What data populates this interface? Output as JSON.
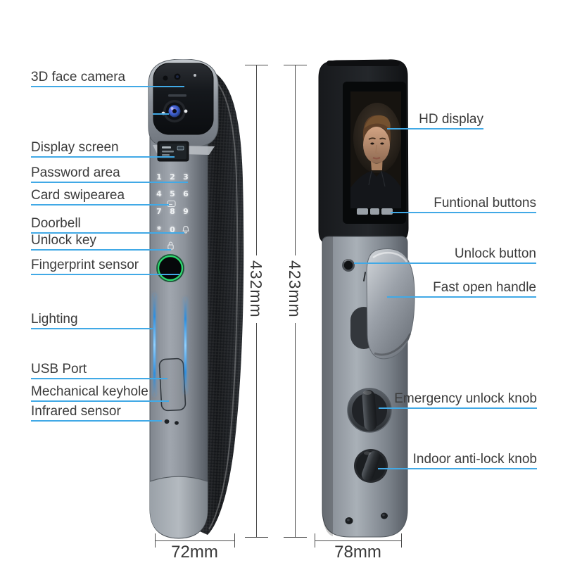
{
  "colors": {
    "background": "#ffffff",
    "callout_line": "#41a9e6",
    "label_text": "#3b3b3b",
    "dimension_text": "#383838",
    "fingerprint_ring": "#2bd96e",
    "light_streak": "#2e8fe0"
  },
  "front_view": {
    "callouts": [
      "3D face camera",
      "Display screen",
      "Password area",
      "Card swipearea",
      "Doorbell",
      "Unlock key",
      "Fingerprint sensor",
      "Lighting",
      "USB Port",
      "Mechanical keyhole",
      "Infrared sensor"
    ],
    "keypad_rows": [
      [
        "1",
        "2",
        "3"
      ],
      [
        "4",
        "5",
        "6"
      ],
      [
        "7",
        "8",
        "9"
      ],
      [
        "*",
        "0"
      ]
    ],
    "keypad_icons": [
      "card-swipe-icon",
      "doorbell-icon",
      "unlock-key-icon"
    ],
    "height_label": "432mm",
    "width_label": "72mm"
  },
  "back_view": {
    "callouts": [
      "HD display",
      "Funtional buttons",
      "Unlock button",
      "Fast open handle",
      "Emergency unlock knob",
      "Indoor anti-lock knob"
    ],
    "height_label": "423mm",
    "width_label": "78mm"
  }
}
